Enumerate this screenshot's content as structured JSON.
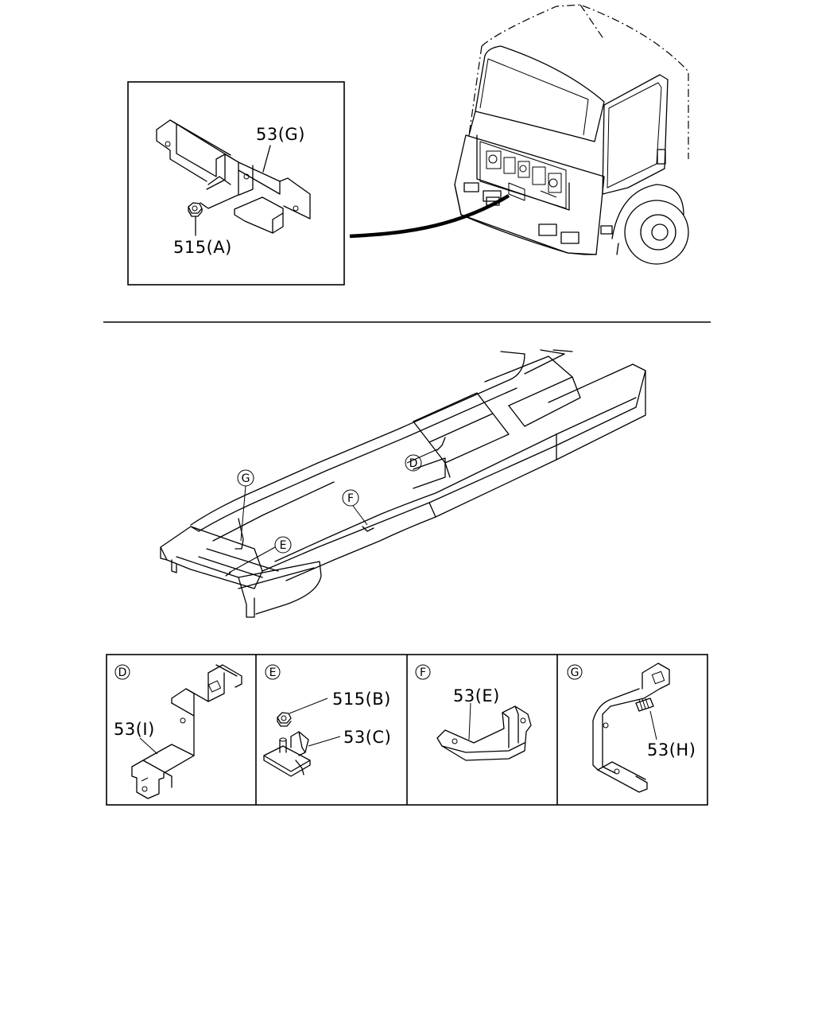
{
  "top_inset": {
    "labels": {
      "part_53g": "53(G)",
      "part_515a": "515(A)"
    }
  },
  "frame_view": {
    "callouts": {
      "g": "G",
      "d": "D",
      "f": "F",
      "e": "E"
    }
  },
  "detail_panels": [
    {
      "letter": "D",
      "labels": [
        "53(I)"
      ]
    },
    {
      "letter": "E",
      "labels": [
        "515(B)",
        "53(C)"
      ]
    },
    {
      "letter": "F",
      "labels": [
        "53(E)"
      ]
    },
    {
      "letter": "G",
      "labels": [
        "53(H)"
      ]
    }
  ]
}
